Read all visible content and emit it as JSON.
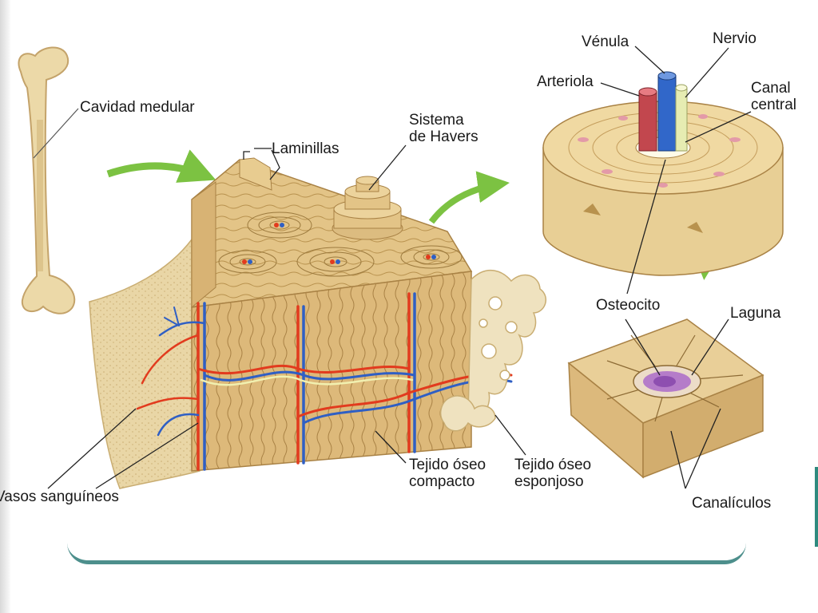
{
  "labels": {
    "cavidad_medular": "Cavidad medular",
    "laminillas": "Laminillas",
    "sistema_havers_1": "Sistema",
    "sistema_havers_2": "de Havers",
    "venula": "Vénula",
    "nervio": "Nervio",
    "arteriola": "Arteriola",
    "canal_central_1": "Canal",
    "canal_central_2": "central",
    "osteocito": "Osteocito",
    "laguna": "Laguna",
    "vasos_sanguineos": "Vasos sanguíneos",
    "tejido_compacto_1": "Tejido óseo",
    "tejido_compacto_2": "compacto",
    "tejido_esponjoso_1": "Tejido óseo",
    "tejido_esponjoso_2": "esponjoso",
    "canaliculos": "Canalículos"
  },
  "colors": {
    "bone": "#e6c98b",
    "bone_dark": "#b8924e",
    "artery": "#e23b1e",
    "vein": "#2f5fc4",
    "nerve": "#f1f0b0",
    "arrow": "#7cc242",
    "osteocyte": "#9b59b6",
    "frame_band": "#4d8f8c"
  }
}
